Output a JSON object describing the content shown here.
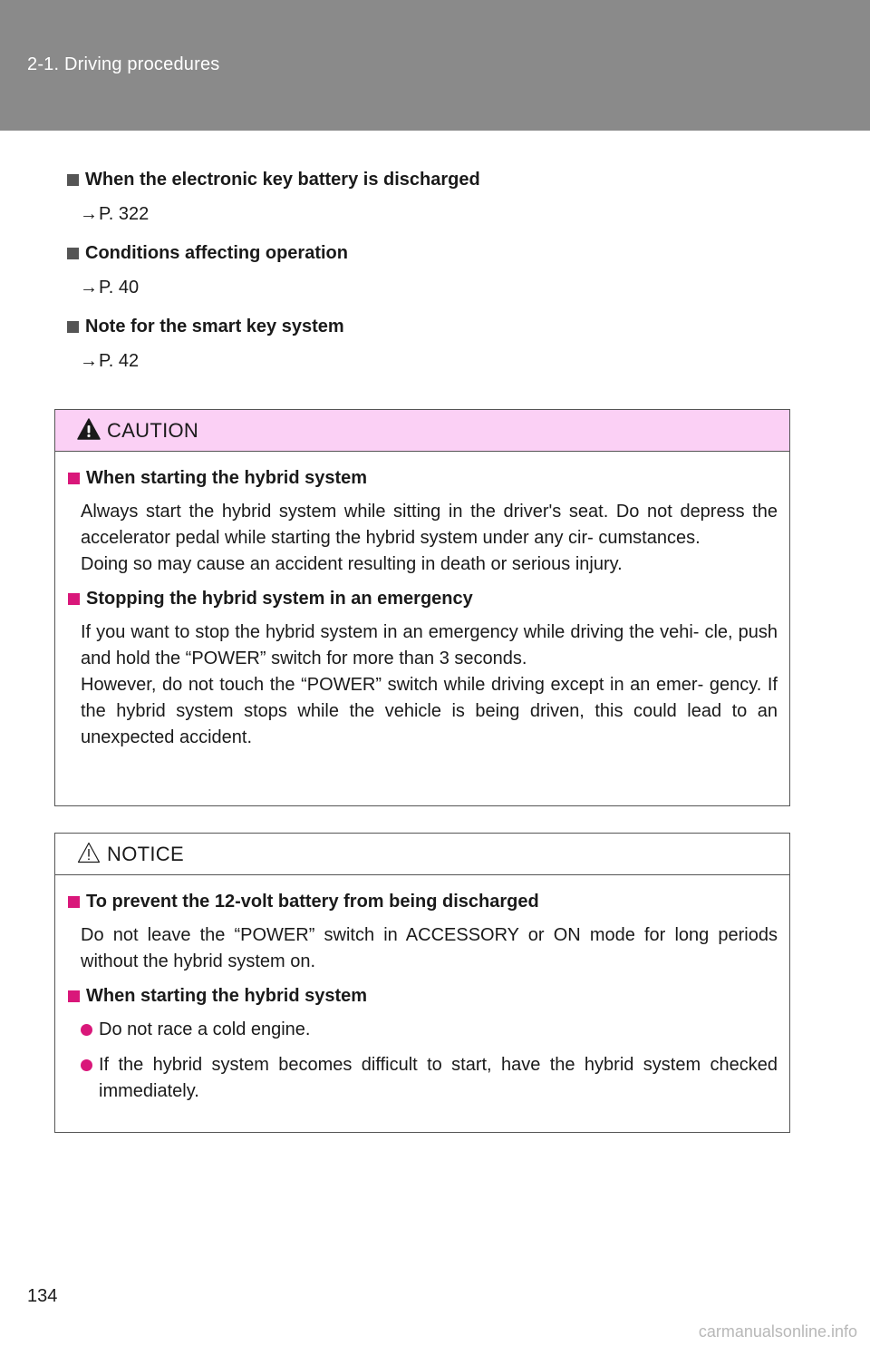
{
  "header": {
    "section": "2-1. Driving procedures"
  },
  "topics": [
    {
      "heading": "When the electronic key battery is discharged",
      "arrow": "→",
      "ref": "P. 322"
    },
    {
      "heading": "Conditions affecting operation",
      "arrow": "→",
      "ref": "P. 40"
    },
    {
      "heading": "Note for the smart key system",
      "arrow": "→",
      "ref": "P. 42"
    }
  ],
  "caution": {
    "title": "CAUTION",
    "sections": [
      {
        "heading": "When starting the hybrid system",
        "paragraphs": [
          "Always start the hybrid system while sitting in the driver's seat. Do not depress the accelerator pedal while starting the hybrid system under any cir- cumstances.",
          "Doing so may cause an accident resulting in death or serious injury."
        ]
      },
      {
        "heading": "Stopping the hybrid system in an emergency",
        "paragraphs": [
          "If you want to stop the hybrid system in an emergency while driving the vehi- cle, push and hold the “POWER” switch for more than 3 seconds.",
          "However, do not touch the “POWER” switch while driving except in an emer- gency. If the hybrid system stops while the vehicle is being driven, this could lead to an unexpected accident."
        ]
      }
    ]
  },
  "notice": {
    "title": "NOTICE",
    "sections": [
      {
        "heading": "To prevent the 12-volt battery from being discharged",
        "paragraph": "Do not leave the “POWER” switch in ACCESSORY or ON mode for long periods without the hybrid system on."
      },
      {
        "heading": "When starting the hybrid system",
        "bullets": [
          "Do not race a cold engine.",
          "If the hybrid system becomes difficult to start, have the hybrid system checked immediately."
        ]
      }
    ]
  },
  "page_number": "134",
  "watermark": "carmanualsonline.info",
  "colors": {
    "header_band": "#8a8a8a",
    "caution_band": "#fbd0f5",
    "accent_pink": "#d9177a",
    "topic_square": "#555555"
  },
  "icons": {
    "caution": "warning-triangle-filled-icon",
    "notice": "warning-triangle-outline-icon"
  }
}
